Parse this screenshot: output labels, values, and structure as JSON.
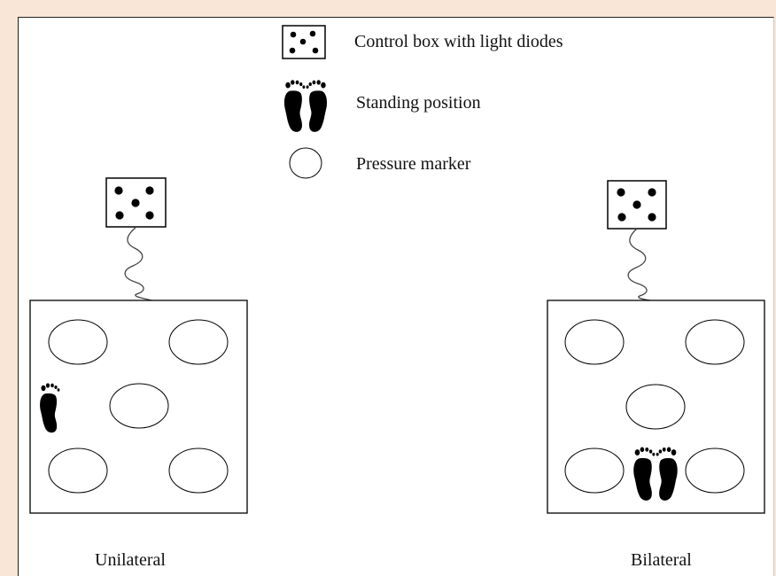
{
  "legend": {
    "control_box_label": "Control box with light diodes",
    "standing_label": "Standing position",
    "marker_label": "Pressure marker"
  },
  "panels": {
    "left_caption": "Unilateral",
    "right_caption": "Bilateral"
  },
  "icons": {
    "control_box": "control-box-icon",
    "footprints": "footprints-icon",
    "footprint_single": "footprint-icon",
    "marker": "pressure-marker-icon"
  },
  "colors": {
    "ink": "#000000",
    "frame_bg": "#f9e6d6"
  }
}
